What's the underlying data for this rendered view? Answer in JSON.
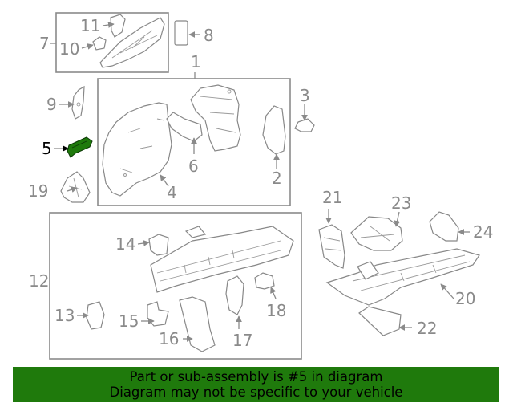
{
  "callouts": {
    "c1": "1",
    "c2": "2",
    "c3": "3",
    "c4": "4",
    "c5": "5",
    "c6": "6",
    "c7": "7",
    "c8": "8",
    "c9": "9",
    "c10": "10",
    "c11": "11",
    "c12": "12",
    "c13": "13",
    "c14": "14",
    "c15": "15",
    "c16": "16",
    "c17": "17",
    "c18": "18",
    "c19": "19",
    "c20": "20",
    "c21": "21",
    "c22": "22",
    "c23": "23",
    "c24": "24"
  },
  "highlight": {
    "callout": "5",
    "color": "#1f7a0c"
  },
  "banner": {
    "line1": "Part or sub-assembly is #5 in diagram",
    "line2": "Diagram may not be specific to your vehicle",
    "color": "#1f7a0c"
  }
}
